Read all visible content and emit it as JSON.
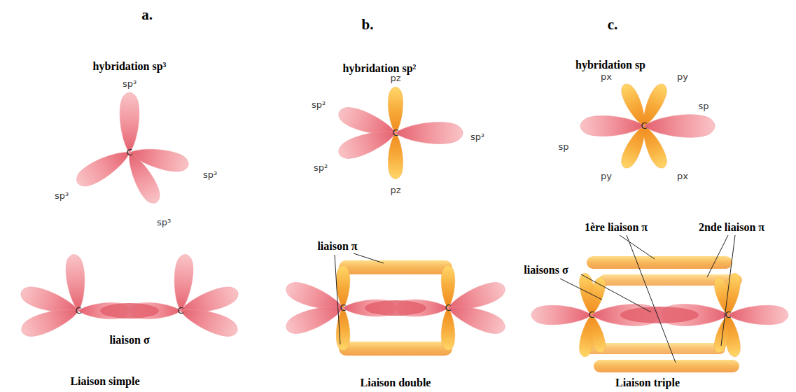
{
  "diagram": {
    "labels": [
      "a.",
      "b.",
      "c.",
      "hybridation sp³",
      "hybridation sp²",
      "hybridation sp",
      "sp³",
      "pz",
      "px",
      "py",
      "sp²",
      "sp",
      "C",
      "C",
      "C",
      "sp²",
      "sp",
      "sp³",
      "sp³",
      "sp²",
      "pz",
      "py",
      "px",
      "sp³",
      "1ère liaison π",
      "2nde liaison π",
      "liaison π",
      "liaisons σ",
      "C",
      "C",
      "C",
      "C",
      "C",
      "C",
      "liaison σ",
      "Liaison simple",
      "Liaison double",
      "Liaison triple"
    ]
  }
}
